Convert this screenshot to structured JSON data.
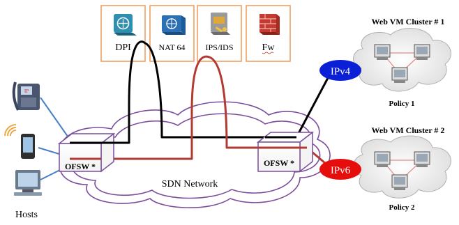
{
  "vnfs": [
    {
      "label": "DPI",
      "icon": "dpi-icon"
    },
    {
      "label": "NAT 64",
      "icon": "nat-icon"
    },
    {
      "label": "IPS/IDS",
      "icon": "ips-ids-icon"
    },
    {
      "label": "Fw",
      "icon": "firewall-icon"
    }
  ],
  "switches": {
    "left": "OFSW *",
    "right": "OFSW *"
  },
  "network_label": "SDN Network",
  "hosts_label": "Hosts",
  "clusters": [
    {
      "title": "Web VM Cluster # 1",
      "badge": "IPv4",
      "policy": "Policy 1",
      "badge_color": "#0b1fd6"
    },
    {
      "title": "Web VM Cluster # 2",
      "badge": "IPv6",
      "policy": "Policy 2",
      "badge_color": "#e60d0d"
    }
  ],
  "colors": {
    "vnf_border": "#f0a060",
    "switch_border": "#7a4e9c",
    "cloud_stroke": "#7a4e9c",
    "path_black": "#000000",
    "path_red": "#b23a33",
    "host_link": "#4a7fc8",
    "cluster_link": "#e28a8a"
  }
}
